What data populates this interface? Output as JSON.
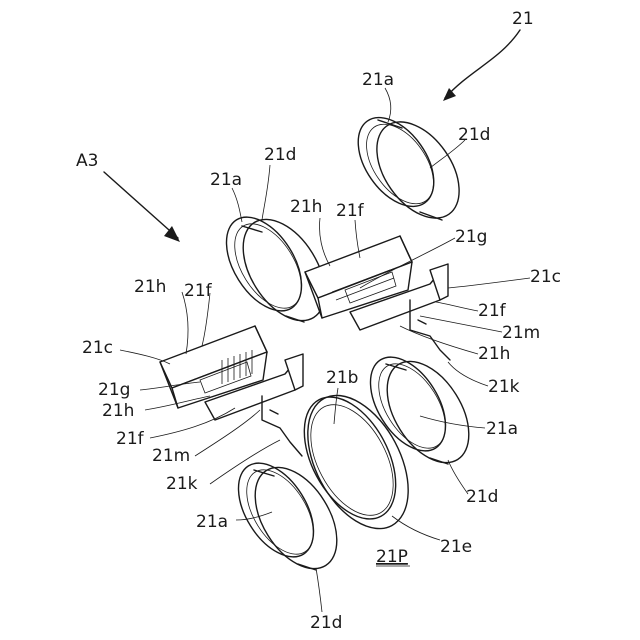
{
  "figure": {
    "labels": {
      "assembly": "21",
      "view_arrow": "A3",
      "part_ref": "21P",
      "l_21a": "21a",
      "l_21b": "21b",
      "l_21c": "21c",
      "l_21d": "21d",
      "l_21e": "21e",
      "l_21f": "21f",
      "l_21g": "21g",
      "l_21h": "21h",
      "l_21k": "21k",
      "l_21m": "21m"
    }
  }
}
